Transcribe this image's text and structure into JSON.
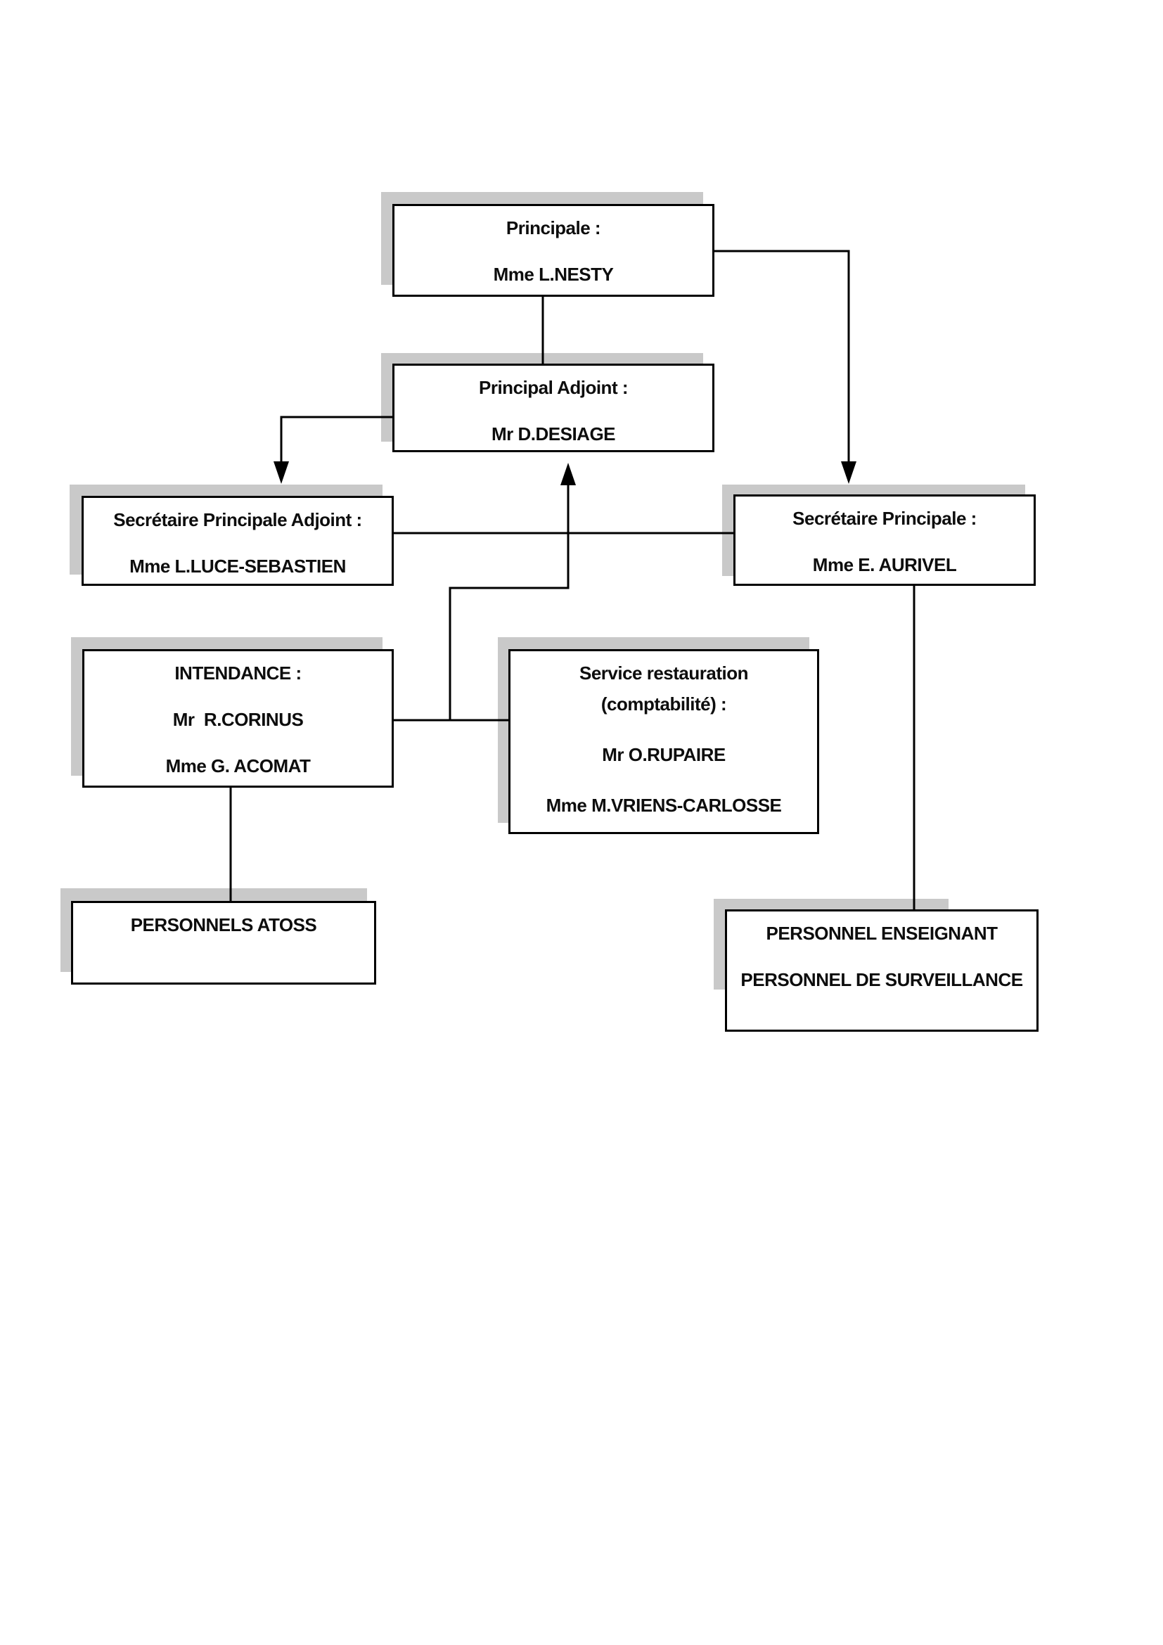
{
  "colors": {
    "page_bg": "#ffffff",
    "shadow": "#c9c9c9",
    "border": "#000000",
    "text": "#0d0d0d",
    "connector": "#000000"
  },
  "org_chart": {
    "type": "organizational-chart",
    "nodes": {
      "principale": {
        "lines": [
          "Principale :",
          "Mme L.NESTY"
        ]
      },
      "principal_adjoint": {
        "lines": [
          "Principal Adjoint :",
          "Mr D.DESIAGE"
        ]
      },
      "secretaire_principale_adjoint": {
        "lines": [
          "Secrétaire Principale Adjoint :",
          "Mme L.LUCE-SEBASTIEN"
        ]
      },
      "secretaire_principale": {
        "lines": [
          "Secrétaire Principale :",
          "Mme E. AURIVEL"
        ]
      },
      "intendance": {
        "lines": [
          "INTENDANCE :",
          "Mr  R.CORINUS",
          "Mme G. ACOMAT"
        ]
      },
      "service_restauration": {
        "lines": [
          "Service restauration",
          "(comptabilité) :",
          "Mr O.RUPAIRE",
          "Mme M.VRIENS-CARLOSSE"
        ]
      },
      "personnels_atoss": {
        "lines": [
          "PERSONNELS ATOSS"
        ]
      },
      "personnel_enseignant_surveillance": {
        "lines": [
          "PERSONNEL ENSEIGNANT",
          "PERSONNEL DE SURVEILLANCE"
        ]
      }
    }
  }
}
